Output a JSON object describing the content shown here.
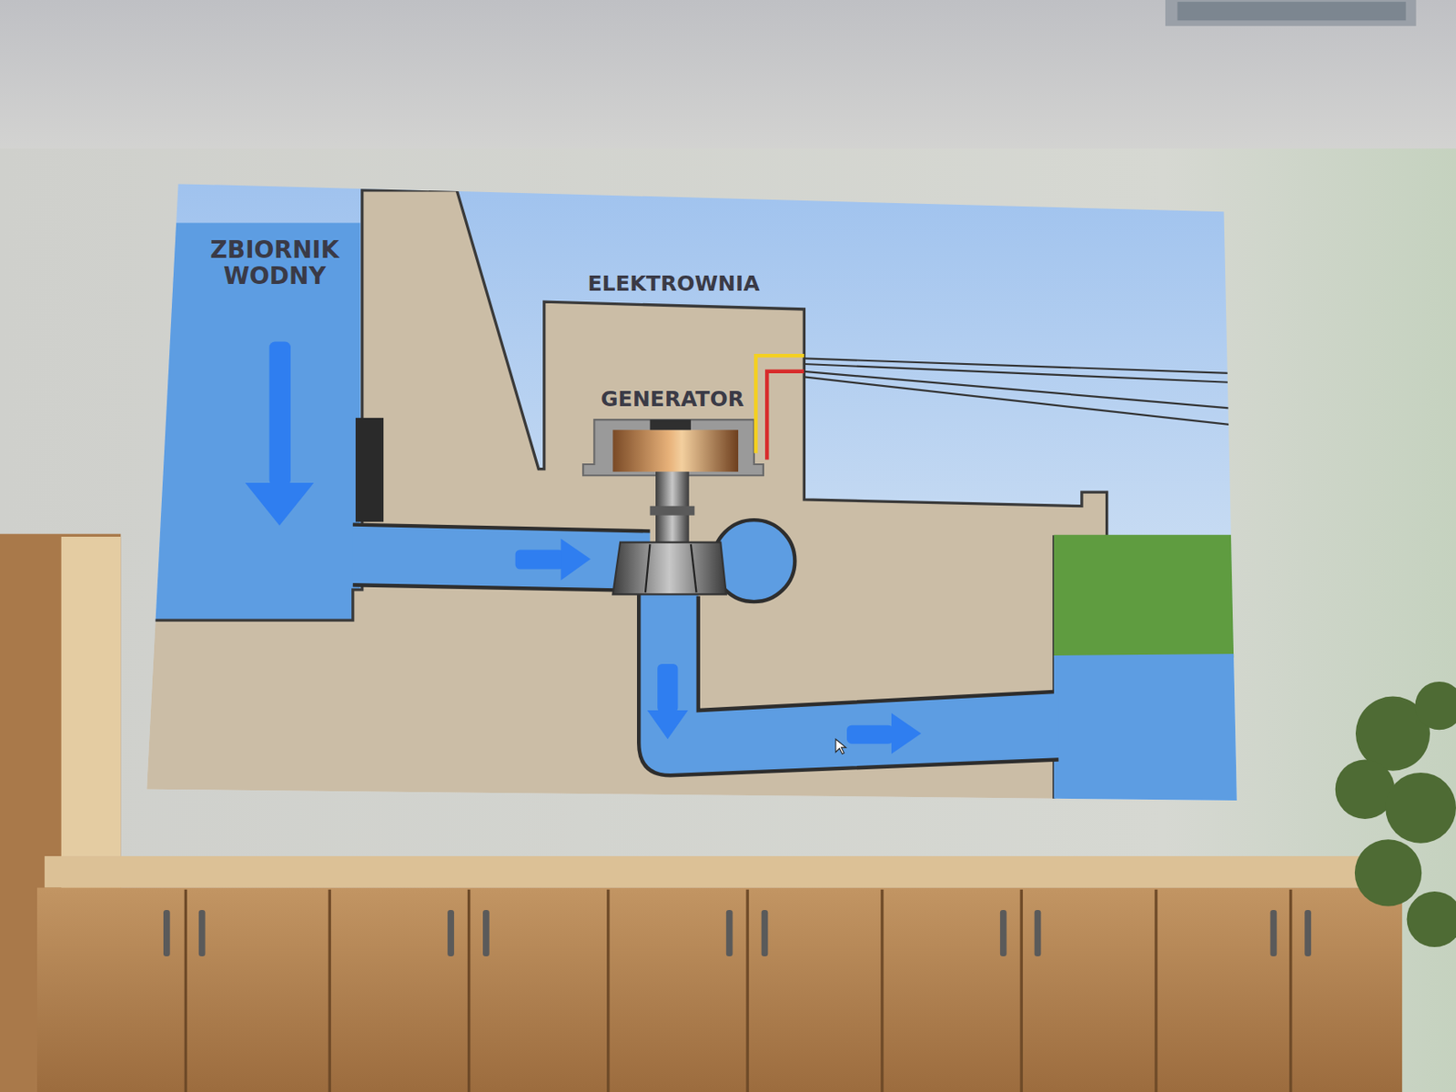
{
  "diagram": {
    "nodes": [
      {
        "text": [
          "ZBIORNIK WODNY"
        ]
      },
      {
        "text": [
          "ELEKTROWNIA"
        ]
      },
      {
        "text": [
          "GENERATOR"
        ],
        "in": 1
      }
    ]
  }
}
